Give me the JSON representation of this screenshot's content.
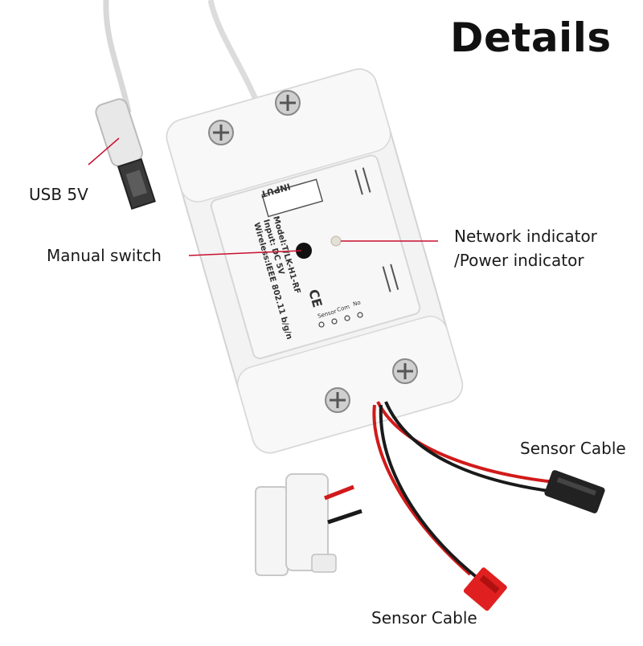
{
  "title": "Details",
  "callouts": {
    "usb": "USB 5V",
    "manual_switch": "Manual switch",
    "network_indicator_line1": "Network indicator",
    "network_indicator_line2": "/Power indicator",
    "sensor_cable_right": "Sensor Cable",
    "sensor_cable_bottom": "Sensor Cable"
  },
  "device": {
    "input_label": "INPUT",
    "model_line": "Model:T/LK-H1-RF",
    "input_line": "Input: DC 5V",
    "wireless_line": "Wireless:IEEE 802.11 b/g/n",
    "ce_mark": "CE",
    "terminal_sensor": "Sensor",
    "terminal_com": "Com",
    "terminal_no": "No"
  },
  "colors": {
    "accent_line": "#c8102e",
    "wire_red": "#d11a1a",
    "wire_black": "#1a1a1a",
    "device_body": "#f2f2f2"
  }
}
